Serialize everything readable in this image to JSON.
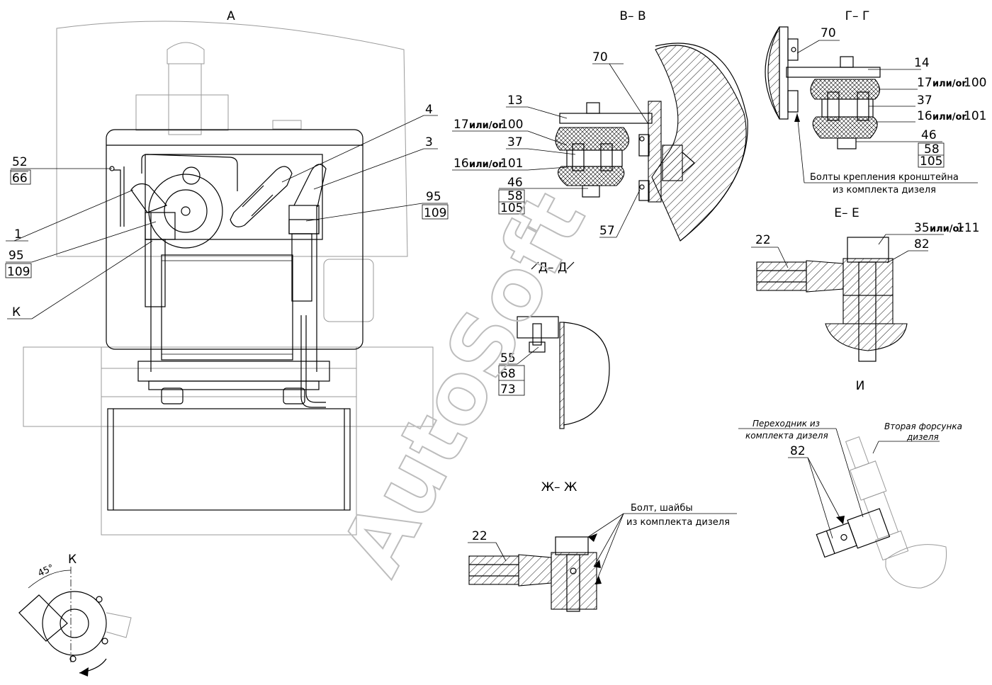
{
  "views": {
    "a": "А",
    "bb": "В– В",
    "gg": "Г– Г",
    "ee": "Е– Е",
    "dd": "Д– Д",
    "zhzh": "Ж– Ж",
    "i": "И",
    "k": "К"
  },
  "labels_a": {
    "n52": "52",
    "n66": "66",
    "n4": "4",
    "n3": "3",
    "n95r": "95",
    "n109r": "109",
    "n1": "1",
    "n95l": "95",
    "n109l": "109",
    "nK": "К"
  },
  "labels_bb": {
    "n70": "70",
    "n13": "13",
    "n17": "17",
    "or": "или/or",
    "n100": "100",
    "n37": "37",
    "n16": "16",
    "n101": "101",
    "n46": "46",
    "n58": "58",
    "n105": "105",
    "n57": "57"
  },
  "labels_gg": {
    "n70": "70",
    "n14": "14",
    "n17": "17",
    "or": "или/or",
    "n100": "100",
    "n37": "37",
    "n16": "16",
    "n101": "101",
    "n46": "46",
    "n58": "58",
    "n105": "105",
    "bolts1": "Болты крепления кронштейна",
    "bolts2": "из комплекта дизеля"
  },
  "labels_ee": {
    "n22": "22",
    "n35": "35",
    "or": "или/or",
    "n111": "111",
    "n82": "82"
  },
  "labels_dd": {
    "n55": "55",
    "n68": "68",
    "n73": "73"
  },
  "labels_zhzh": {
    "n22": "22",
    "note1": "Болт, шайбы",
    "note2": "из комплекта дизеля"
  },
  "labels_i": {
    "adapter1": "Переходник из",
    "adapter2": "комплекта дизеля",
    "n82": "82",
    "injector1": "Вторая форсунка",
    "injector2": "дизеля"
  },
  "labels_k": {
    "angle": "45°"
  },
  "watermark": "AutoSoft"
}
